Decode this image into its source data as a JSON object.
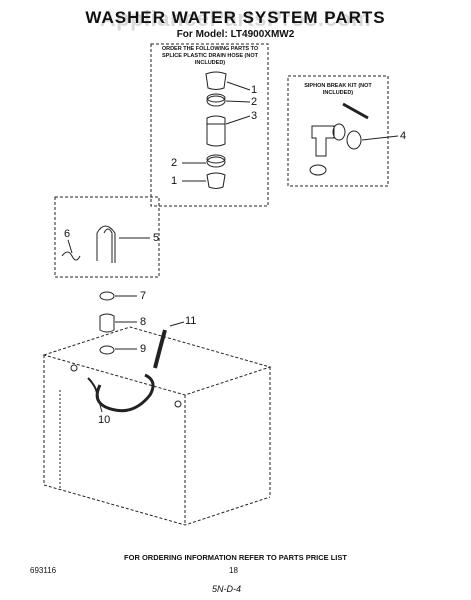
{
  "watermark": "AppliancePartsPros.com",
  "title": "WASHER WATER SYSTEM PARTS",
  "subtitle": "For Model: LT4900XMW2",
  "splice_box_note": "ORDER THE FOLLOWING PARTS TO SPLICE PLASTIC DRAIN HOSE (NOT INCLUDED)",
  "siphon_box_note": "SIPHON BREAK KIT (NOT INCLUDED)",
  "callouts": [
    "1",
    "2",
    "3",
    "2",
    "1",
    "4",
    "5",
    "6",
    "7",
    "8",
    "9",
    "11",
    "10"
  ],
  "footer": "FOR ORDERING INFORMATION REFER TO PARTS PRICE LIST",
  "part_code": "693116",
  "page_number": "18",
  "handwritten": "5N-D-4"
}
